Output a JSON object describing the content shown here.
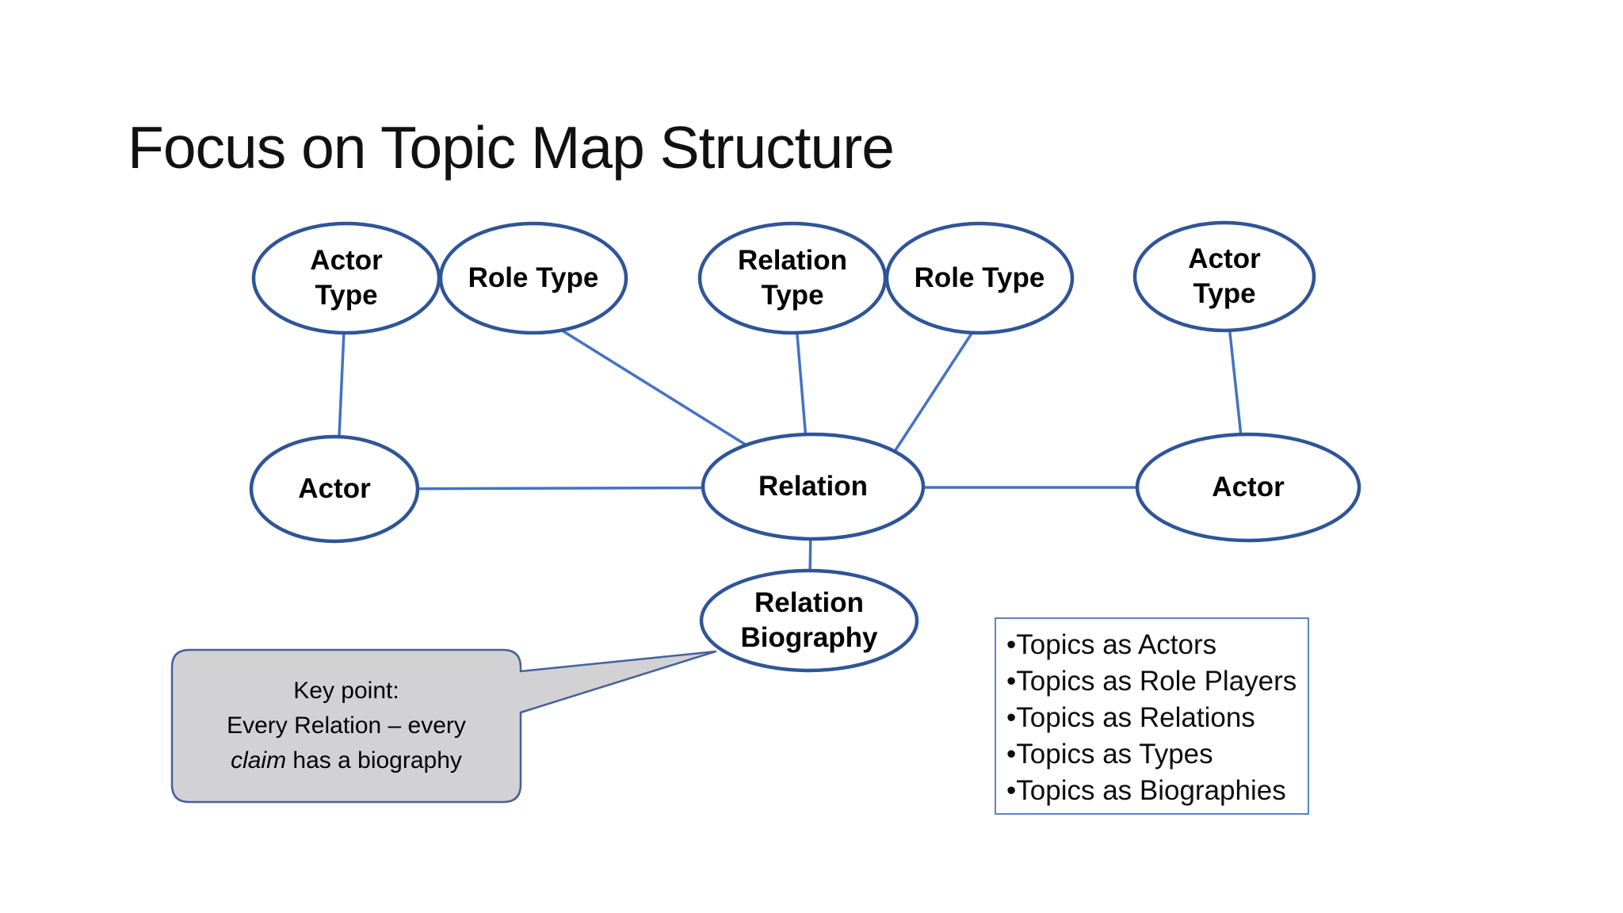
{
  "slide": {
    "title": "Focus on Topic Map Structure",
    "background": "#ffffff"
  },
  "colors": {
    "node_stroke": "#2f5597",
    "node_fill": "#ffffff",
    "connector": "#4472c4",
    "callout_fill": "#d2d1d4",
    "callout_stroke": "#44619d",
    "topics_box_border": "#5b83c4",
    "text": "#000000"
  },
  "diagram": {
    "nodes": [
      {
        "id": "actor-type-left",
        "label": "Actor\nType"
      },
      {
        "id": "role-type-left",
        "label": "Role Type"
      },
      {
        "id": "relation-type",
        "label": "Relation\nType"
      },
      {
        "id": "role-type-right",
        "label": "Role Type"
      },
      {
        "id": "actor-type-right",
        "label": "Actor\nType"
      },
      {
        "id": "actor-left",
        "label": "Actor"
      },
      {
        "id": "relation",
        "label": "Relation"
      },
      {
        "id": "actor-right",
        "label": "Actor"
      },
      {
        "id": "relation-biography",
        "label": "Relation\nBiography"
      }
    ],
    "edges": [
      {
        "from": "actor-type-left",
        "to": "actor-left"
      },
      {
        "from": "role-type-left",
        "to": "relation"
      },
      {
        "from": "relation-type",
        "to": "relation"
      },
      {
        "from": "role-type-right",
        "to": "relation"
      },
      {
        "from": "actor-type-right",
        "to": "actor-right"
      },
      {
        "from": "actor-left",
        "to": "relation"
      },
      {
        "from": "relation",
        "to": "actor-right"
      },
      {
        "from": "relation",
        "to": "relation-biography"
      }
    ]
  },
  "callout": {
    "line1": "Key point:",
    "line2": "Every Relation – every",
    "line3_italic": "claim",
    "line3_rest": " has a biography"
  },
  "topics_list": {
    "bullet": "•",
    "items": [
      "Topics as Actors",
      "Topics as Role Players",
      "Topics as Relations",
      "Topics as Types",
      "Topics as Biographies"
    ]
  }
}
